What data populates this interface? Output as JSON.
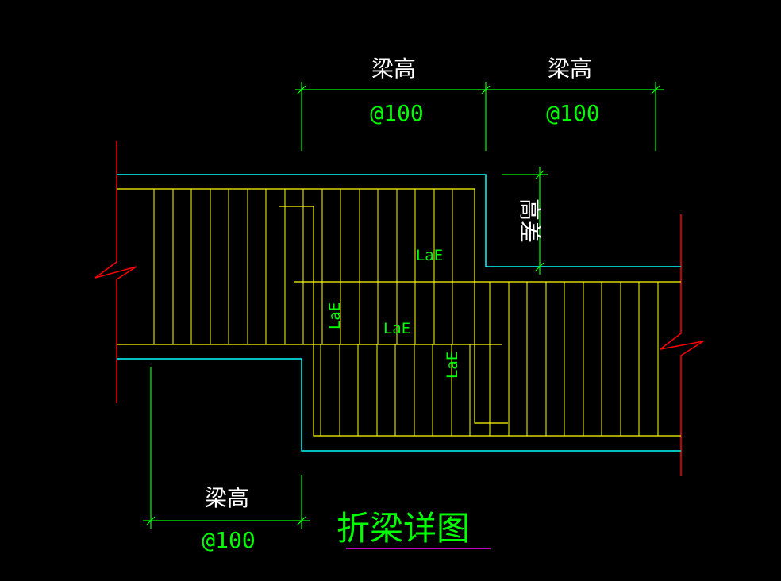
{
  "drawing": {
    "title": "折梁详图",
    "dims": {
      "top_left_label": "梁高",
      "top_left_spacing": "@100",
      "top_right_label": "梁高",
      "top_right_spacing": "@100",
      "bottom_label": "梁高",
      "bottom_spacing": "@100",
      "step_label": "高差"
    },
    "anchorage": {
      "label_upper": "LaE",
      "label_mid": "LaE",
      "label_vertical_left": "LaE",
      "label_vertical_right": "LaE"
    },
    "colors": {
      "background": "#000000",
      "concrete_outline": "#00ffff",
      "rebar": "#ffff00",
      "dimension": "#00ff00",
      "break_line": "#ff0000",
      "title_underline": "#ff00ff",
      "text": "#ffffff"
    }
  }
}
